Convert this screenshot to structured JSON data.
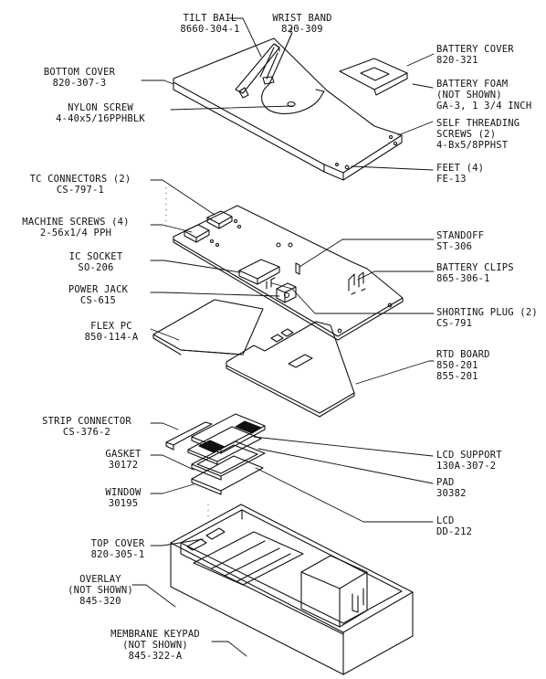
{
  "labels": {
    "tilt_bail": {
      "name": "TILT BAIL",
      "part": "8660-304-1"
    },
    "wrist_band": {
      "name": "WRIST BAND",
      "part": "820-309"
    },
    "bottom_cover": {
      "name": "BOTTOM COVER",
      "part": "820-307-3"
    },
    "nylon_screw": {
      "name": "NYLON SCREW",
      "part": "4-40x5/16PPHBLK"
    },
    "battery_cover": {
      "name": "BATTERY COVER",
      "part": "820-321"
    },
    "battery_foam": {
      "name": "BATTERY FOAM",
      "note": "(NOT SHOWN)",
      "part": "GA-3, 1 3/4 INCH"
    },
    "self_threading_screws": {
      "name": "SELF THREADING",
      "name2": "SCREWS (2)",
      "part": "4-Bx5/8PPHST"
    },
    "feet": {
      "name": "FEET (4)",
      "part": "FE-13"
    },
    "tc_connectors": {
      "name": "TC CONNECTORS (2)",
      "part": "CS-797-1"
    },
    "machine_screws": {
      "name": "MACHINE SCREWS (4)",
      "part": "2-56x1/4 PPH"
    },
    "ic_socket": {
      "name": "IC SOCKET",
      "part": "SO-206"
    },
    "power_jack": {
      "name": "POWER JACK",
      "part": "CS-615"
    },
    "flex_pc": {
      "name": "FLEX PC",
      "part": "850-114-A"
    },
    "standoff": {
      "name": "STANDOFF",
      "part": "ST-306"
    },
    "battery_clips": {
      "name": "BATTERY CLIPS",
      "part": "865-306-1"
    },
    "shorting_plug": {
      "name": "SHORTING PLUG (2)",
      "part": "CS-791"
    },
    "rtd_board": {
      "name": "RTD BOARD",
      "part": "850-201",
      "part2": "855-201"
    },
    "strip_connector": {
      "name": "STRIP CONNECTOR",
      "part": "CS-376-2"
    },
    "gasket": {
      "name": "GASKET",
      "part": "30172"
    },
    "window": {
      "name": "WINDOW",
      "part": "30195"
    },
    "lcd_support": {
      "name": "LCD SUPPORT",
      "part": "130A-307-2"
    },
    "pad": {
      "name": "PAD",
      "part": "30382"
    },
    "lcd": {
      "name": "LCD",
      "part": "DD-212"
    },
    "top_cover": {
      "name": "TOP COVER",
      "part": "820-305-1"
    },
    "overlay": {
      "name": "OVERLAY",
      "note": "(NOT SHOWN)",
      "part": "845-320"
    },
    "membrane_keypad": {
      "name": "MEMBRANE KEYPAD",
      "note": "(NOT SHOWN)",
      "part": "845-322-A"
    }
  }
}
